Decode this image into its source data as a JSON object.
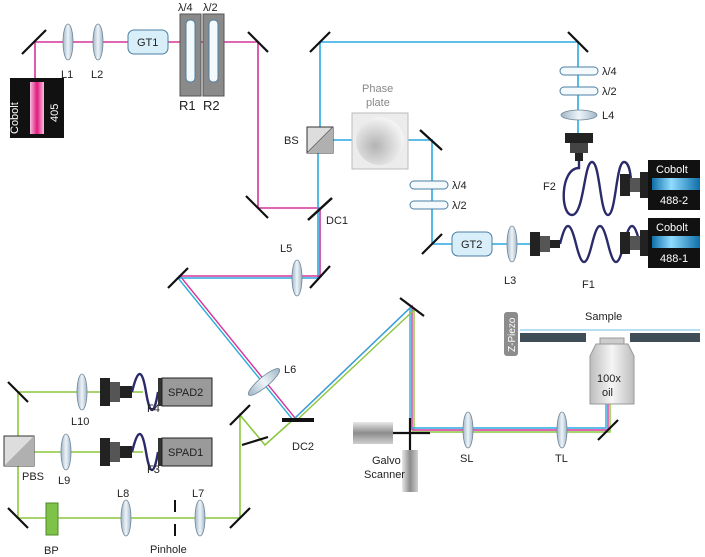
{
  "colors": {
    "beam_405": "#d4339a",
    "beam_488": "#2aa9df",
    "beam_detect": "#8cc63f",
    "laser_body": "#111111",
    "laser_accent": "#e0197d",
    "cobolt_blue": "#2aa3d8",
    "fiber": "#2b2a6b",
    "optic_fill": "#c9d7e2",
    "component_gray": "#9a9a9a"
  },
  "labels": {
    "laser405_brand": "Cobolt",
    "laser405_wl": "405",
    "L1": "L1",
    "L2": "L2",
    "GT1": "GT1",
    "wp_q_top": "λ/4",
    "wp_h_top": "λ/2",
    "R1": "R1",
    "R2": "R2",
    "phase_plate_1": "Phase",
    "phase_plate_2": "plate",
    "BS": "BS",
    "DC1": "DC1",
    "L5": "L5",
    "wp_q_mid": "λ/4",
    "wp_h_mid": "λ/2",
    "GT2": "GT2",
    "L3": "L3",
    "wp_q_right": "λ/4",
    "wp_h_right": "λ/2",
    "L4": "L4",
    "F2": "F2",
    "F1": "F1",
    "laser4882_brand": "Cobolt",
    "laser4882_wl": "488-2",
    "laser4881_brand": "Cobolt",
    "laser4881_wl": "488-1",
    "L6": "L6",
    "DC2": "DC2",
    "sample": "Sample",
    "zpiezo": "Z-Piezo",
    "objective_mag": "100x",
    "objective_imm": "oil",
    "galvo_1": "Galvo",
    "galvo_2": "Scanner",
    "SL": "SL",
    "TL": "TL",
    "SPAD2": "SPAD2",
    "SPAD1": "SPAD1",
    "L10": "L10",
    "L9": "L9",
    "F4": "F4",
    "F3": "F3",
    "PBS": "PBS",
    "BP": "BP",
    "L8": "L8",
    "L7": "L7",
    "pinhole": "Pinhole"
  }
}
